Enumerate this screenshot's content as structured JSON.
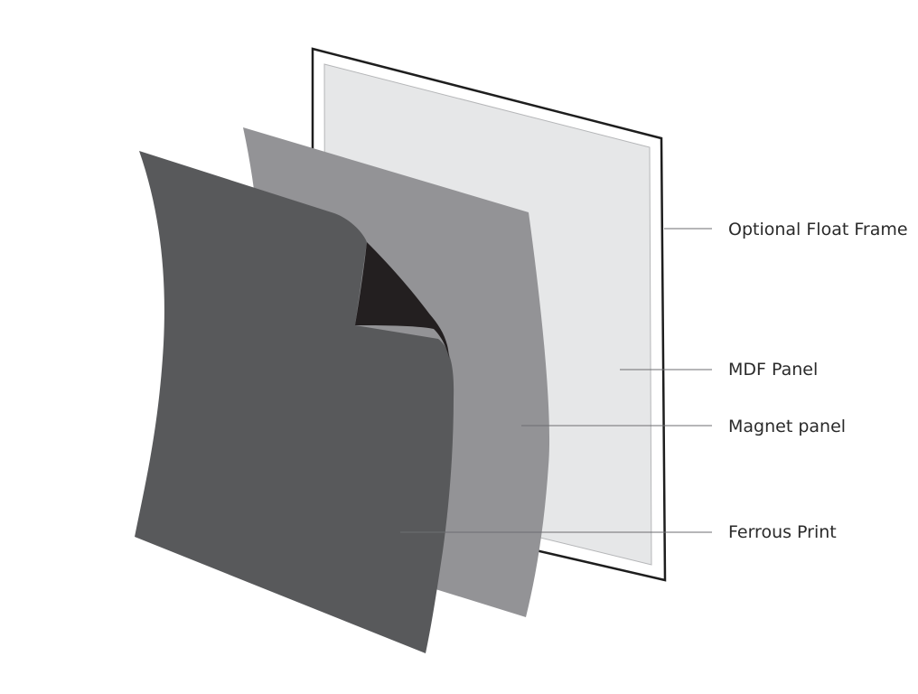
{
  "labels": {
    "frame": "Optional Float Frame",
    "mdf": "MDF Panel",
    "magnet": "Magnet panel",
    "ferrous": "Ferrous Print"
  },
  "colors": {
    "background": "#ffffff",
    "frame_border": "#1e1e1e",
    "frame_inner": "#e6e7e8",
    "magnet_panel": "#939396",
    "ferrous_print": "#58595b",
    "ferrous_back": "#231f20",
    "leader_line": "#6d6e71"
  }
}
